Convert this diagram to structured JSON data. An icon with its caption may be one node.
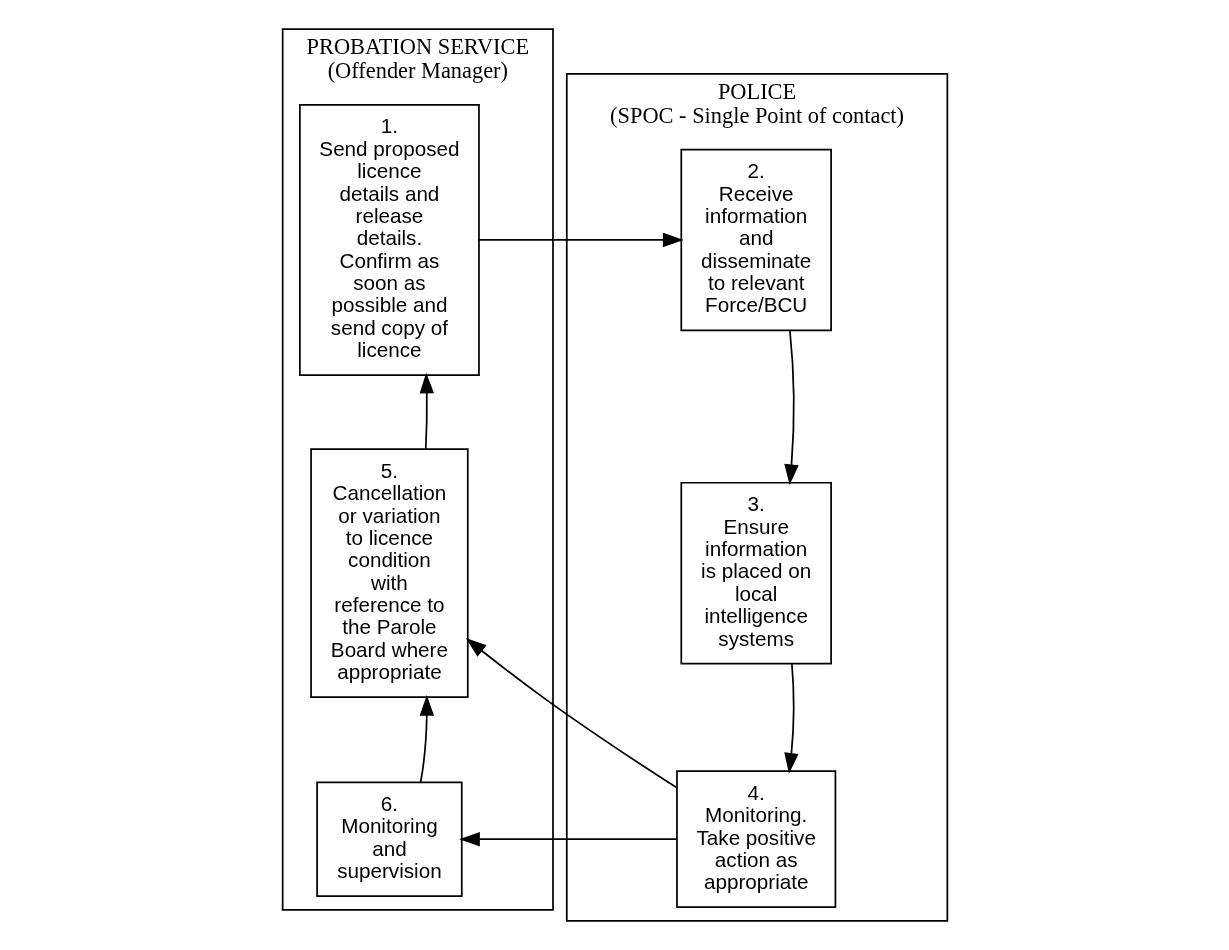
{
  "diagram": {
    "nodes": [
      {
        "text": [
          "PROBATION SERVICE",
          "(Offender Manager)"
        ]
      },
      {
        "text": [
          "POLICE",
          "(SPOC - Single Point of contact)"
        ]
      },
      {
        "text": [
          "1.",
          "Send proposed licence details and release details. Confirm as soon as possible and send copy of licence"
        ],
        "in": 0
      },
      {
        "text": [
          "2.",
          "Receive information and disseminate to relevant Force/BCU"
        ],
        "in": 1
      },
      {
        "text": [
          "3.",
          "Ensure information is placed on local intelligence systems"
        ],
        "in": 1
      },
      {
        "text": [
          "4.",
          "Monitoring. Take positive action as appropriate"
        ],
        "in": 1
      },
      {
        "text": [
          "5.",
          "Cancellation or variation to licence condition with reference to the Parole Board where appropriate"
        ],
        "in": 0
      },
      {
        "text": [
          "6.",
          "Monitoring and supervision"
        ],
        "in": 0
      }
    ],
    "edges": [
      {
        "from": 2,
        "to": 3,
        "arrow": "to"
      },
      {
        "from": 3,
        "to": 4,
        "arrow": "to"
      },
      {
        "from": 4,
        "to": 5,
        "arrow": "to"
      },
      {
        "from": 5,
        "to": 6,
        "arrow": "to"
      },
      {
        "from": 5,
        "to": 7,
        "arrow": "to"
      },
      {
        "from": 7,
        "to": 6,
        "arrow": "to"
      },
      {
        "from": 6,
        "to": 2,
        "arrow": "to"
      }
    ]
  }
}
